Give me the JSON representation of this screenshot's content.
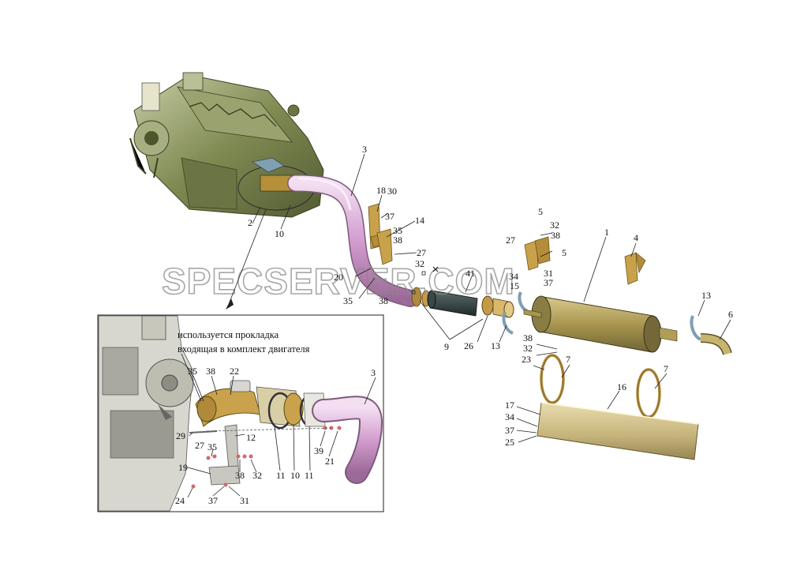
{
  "watermark": "SPECSERVER.COM",
  "inset_note": {
    "line1": "используется прокладка",
    "line2": "входящая в комплект двигателя"
  },
  "callouts_main": [
    "3",
    "18",
    "30",
    "37",
    "14",
    "35",
    "38",
    "27",
    "32",
    "20",
    "35",
    "38",
    "2",
    "10",
    "41",
    "9",
    "15",
    "34",
    "31",
    "37",
    "26",
    "13",
    "27",
    "5",
    "32",
    "38",
    "5",
    "1",
    "4",
    "13",
    "6",
    "38",
    "32",
    "23",
    "7",
    "7",
    "16",
    "17",
    "34",
    "37",
    "25"
  ],
  "callouts_inset": [
    "35",
    "38",
    "22",
    "3",
    "29",
    "12",
    "27",
    "35",
    "19",
    "38",
    "32",
    "10",
    "11",
    "11",
    "39",
    "21",
    "24",
    "37",
    "31"
  ],
  "colors": {
    "pipe": "#d9a6d6",
    "engine": "#8a9460",
    "muffler": "#b9a766",
    "bracket": "#c8a24a",
    "clamp_blue": "#7f9fb2"
  }
}
